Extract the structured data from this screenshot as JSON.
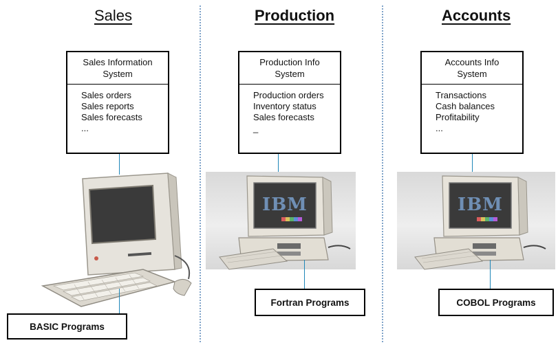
{
  "columns": [
    {
      "heading": "Sales",
      "system_title_line1": "Sales Information",
      "system_title_line2": "System",
      "items": [
        "Sales orders",
        "Sales reports",
        "Sales forecasts",
        "..."
      ],
      "program_label": "BASIC Programs",
      "computer_icon": "macintosh-computer-icon"
    },
    {
      "heading": "Production",
      "system_title_line1": "Production Info",
      "system_title_line2": "System",
      "items": [
        "Production orders",
        "Inventory status",
        "Sales forecasts",
        "_"
      ],
      "program_label": "Fortran Programs",
      "computer_icon": "ibm-pc-computer-icon",
      "logo_text": "IBM"
    },
    {
      "heading": "Accounts",
      "system_title_line1": "Accounts Info",
      "system_title_line2": "System",
      "items": [
        "Transactions",
        "Cash balances",
        "Profitability",
        "..."
      ],
      "program_label": "COBOL Programs",
      "computer_icon": "ibm-pc-computer-icon",
      "logo_text": "IBM"
    }
  ],
  "colors": {
    "divider": "#7fa3c9",
    "connector": "#1e86b8",
    "ibm_logo": "#6f8fb5",
    "screen": "#3a3a3a"
  }
}
